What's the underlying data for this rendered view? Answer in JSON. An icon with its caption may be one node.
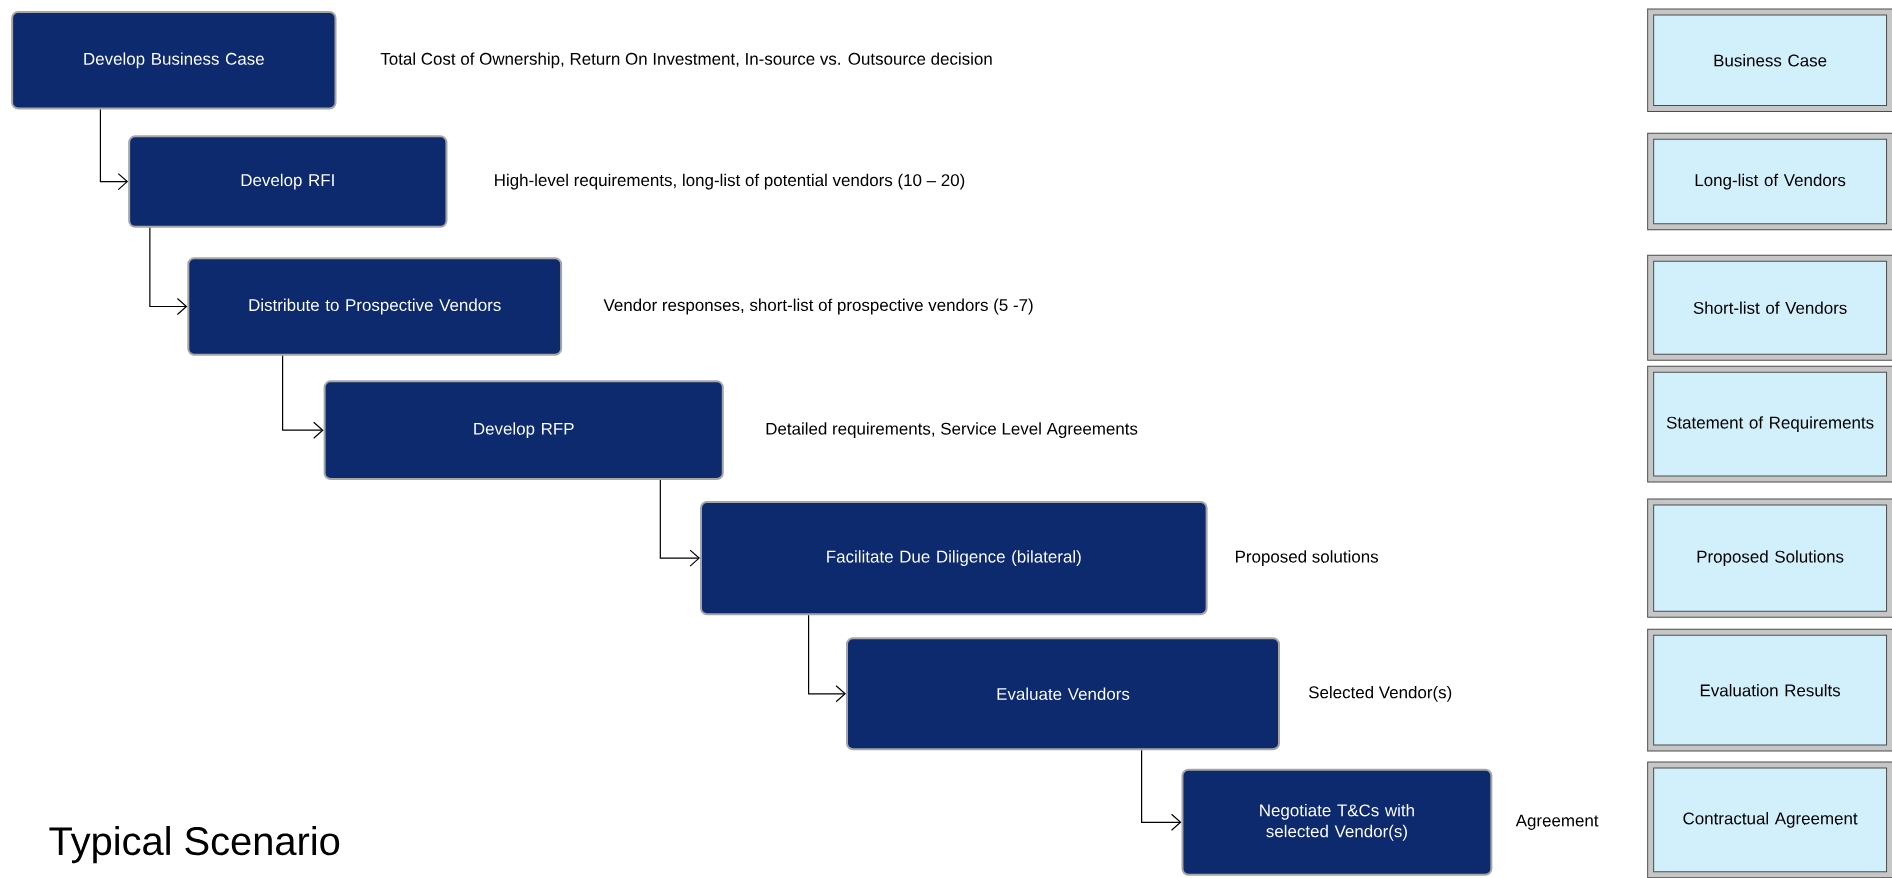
{
  "diagram": {
    "title": "Typical Scenario",
    "nodes": [
      {
        "text": [
          "Develop Business Case"
        ],
        "beside": [
          "Total Cost of Ownership, Return On Investment, In-source vs. Outsource decision"
        ]
      },
      {
        "text": [
          "Develop RFI"
        ],
        "beside": [
          "High-level requirements, long-list of potential vendors (10 – 20)"
        ]
      },
      {
        "text": [
          "Distribute to Prospective Vendors"
        ],
        "beside": [
          "Vendor responses, short-list of prospective vendors (5 -7)"
        ]
      },
      {
        "text": [
          "Develop RFP"
        ],
        "beside": [
          "Detailed requirements, Service Level Agreements"
        ]
      },
      {
        "text": [
          "Facilitate Due Diligence (bilateral)"
        ],
        "beside": [
          "Proposed solutions"
        ]
      },
      {
        "text": [
          "Evaluate Vendors"
        ],
        "beside": [
          "Selected Vendor(s)"
        ]
      },
      {
        "text": [
          "Negotiate T&Cs with selected Vendor(s)"
        ],
        "beside": [
          "Agreement"
        ]
      },
      {
        "text": [
          "Business Case"
        ]
      },
      {
        "text": [
          "Long-list of Vendors"
        ]
      },
      {
        "text": [
          "Short-list of Vendors"
        ]
      },
      {
        "text": [
          "Statement of Requirements"
        ]
      },
      {
        "text": [
          "Proposed Solutions"
        ]
      },
      {
        "text": [
          "Evaluation Results"
        ]
      },
      {
        "text": [
          "Contractual Agreement"
        ]
      }
    ],
    "edges": [
      {
        "from": 0,
        "to": 1,
        "arrow": "to"
      },
      {
        "from": 1,
        "to": 2,
        "arrow": "to"
      },
      {
        "from": 2,
        "to": 3,
        "arrow": "to"
      },
      {
        "from": 3,
        "to": 4,
        "arrow": "to"
      },
      {
        "from": 4,
        "to": 5,
        "arrow": "to"
      },
      {
        "from": 5,
        "to": 6,
        "arrow": "to"
      }
    ]
  }
}
